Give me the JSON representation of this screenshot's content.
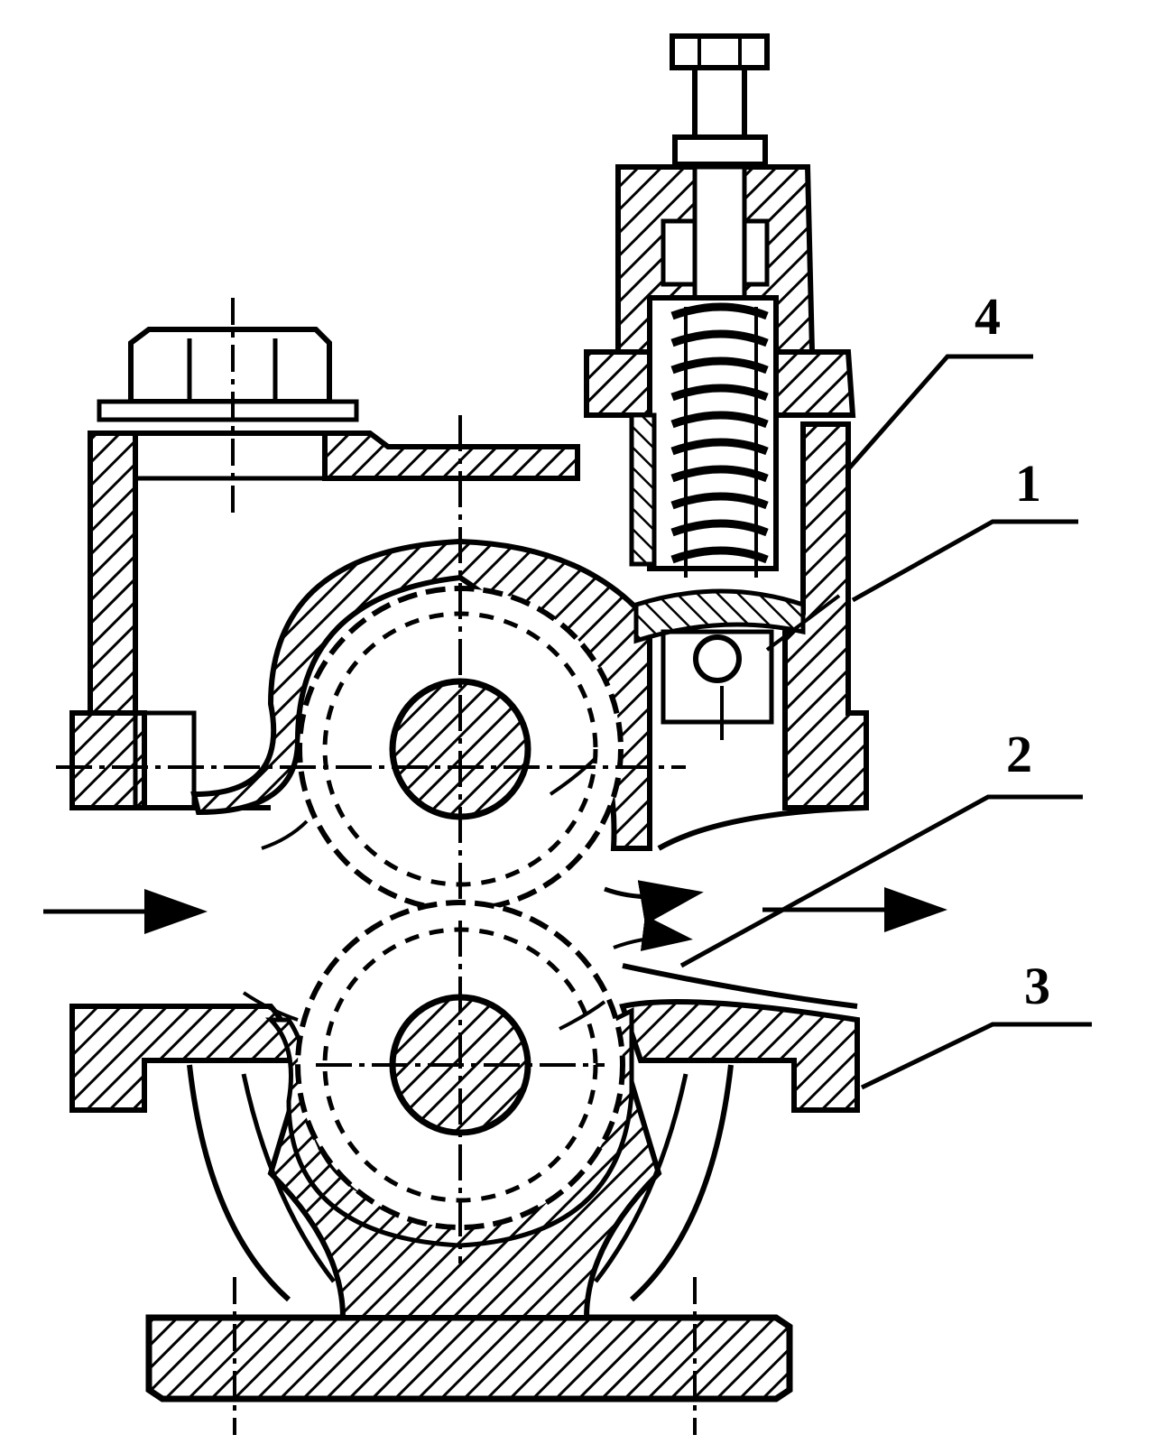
{
  "diagram": {
    "callouts": [
      {
        "id": "1",
        "text": "1"
      },
      {
        "id": "2",
        "text": "2"
      },
      {
        "id": "3",
        "text": "3"
      },
      {
        "id": "4",
        "text": "4"
      }
    ],
    "colors": {
      "ink": "#000000",
      "paper": "#ffffff"
    }
  }
}
